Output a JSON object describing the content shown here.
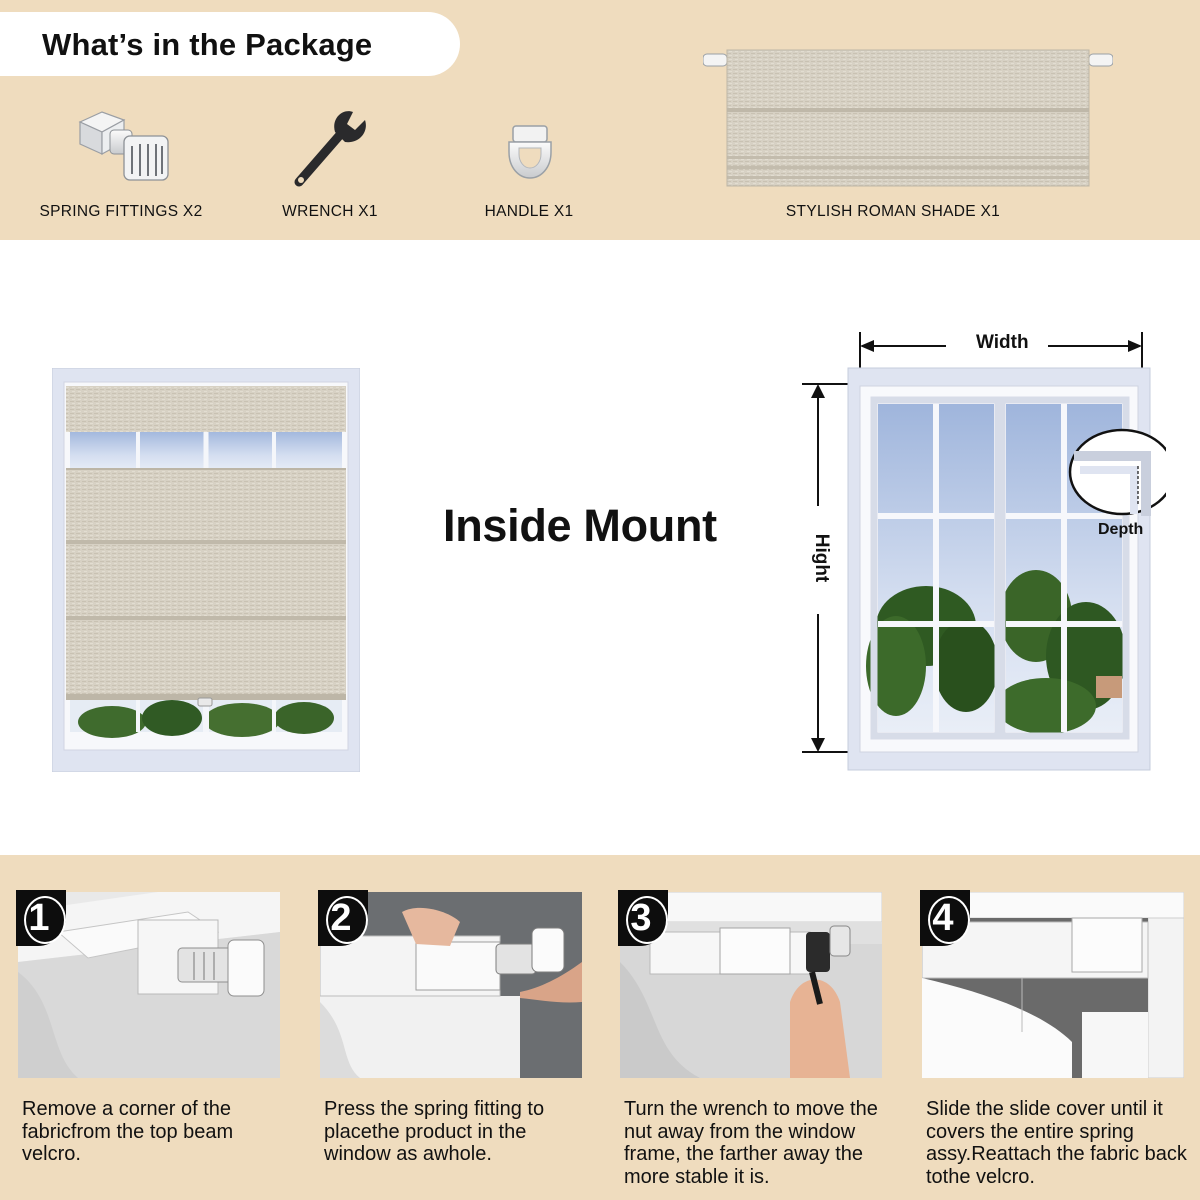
{
  "package": {
    "title": "What’s in the Package",
    "items": [
      {
        "label": "SPRING FITTINGS X2",
        "icon": "spring-fitting-icon"
      },
      {
        "label": "WRENCH X1",
        "icon": "wrench-icon"
      },
      {
        "label": "HANDLE X1",
        "icon": "handle-icon"
      },
      {
        "label": "STYLISH ROMAN SHADE X1",
        "icon": "roman-shade-icon"
      }
    ]
  },
  "mount": {
    "title": "Inside Mount",
    "width_label": "Width",
    "height_label": "Hight",
    "depth_label": "Depth"
  },
  "steps": [
    {
      "number": "1",
      "text": "Remove a corner of the fabricfrom the top beam velcro."
    },
    {
      "number": "2",
      "text": "Press the spring fitting to placethe product in the window as awhole."
    },
    {
      "number": "3",
      "text": "Turn the wrench to move the nut away from the window frame, the farther away the more stable it is."
    },
    {
      "number": "4",
      "text": "Slide the slide cover until it covers the entire spring assy.Reattach the fabric back tothe velcro."
    }
  ],
  "colors": {
    "band": "#efdcbe",
    "fabric": "#d6d0c3",
    "frame": "#dfe4f1",
    "accent": "#0d0d0d"
  }
}
